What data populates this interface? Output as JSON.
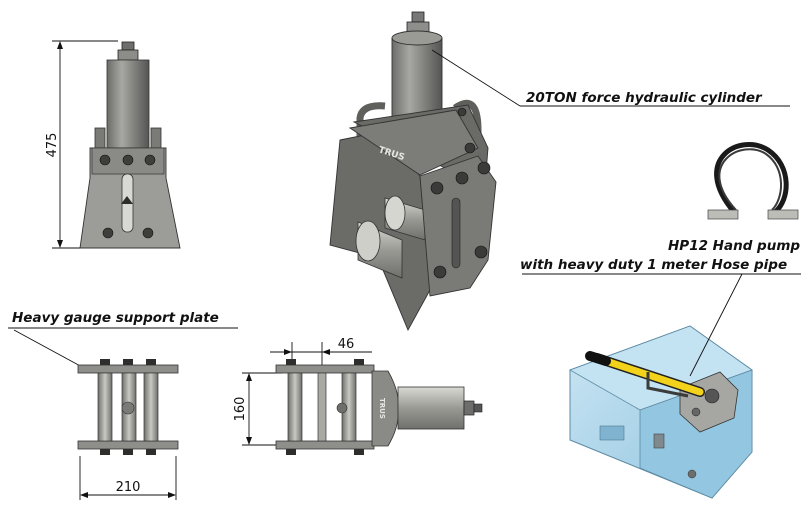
{
  "callouts": {
    "cylinder": "20TON  force hydraulic cylinder",
    "pump_line1": "HP12 Hand pump",
    "pump_line2": "with heavy duty 1 meter Hose pipe",
    "plate": "Heavy gauge support plate"
  },
  "dimensions": {
    "height": "475",
    "width": "210",
    "depth": "160",
    "offset": "46"
  },
  "brand": "TRUS",
  "colors": {
    "steel_dark": "#5f5f5c",
    "steel_mid": "#8a8a86",
    "steel_light": "#b9b9b4",
    "pump_body": "#a9d3ea",
    "pump_handle": "#f2d21b",
    "hose": "#1a1a1a"
  }
}
